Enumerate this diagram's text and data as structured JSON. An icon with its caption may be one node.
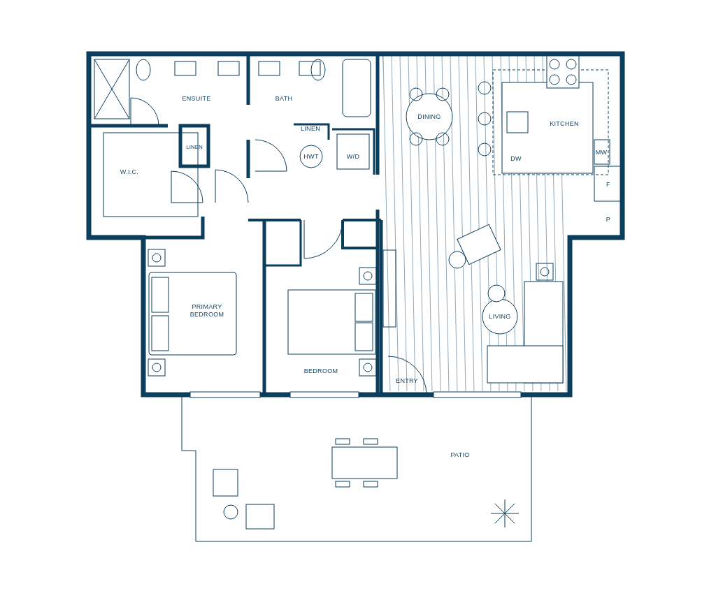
{
  "diagram": {
    "labels": [
      "ENSUITE",
      "BATH",
      "LINEN",
      "LINEN",
      "HWT",
      "W/D",
      "DINING",
      "KITCHEN",
      "MW",
      "DW",
      "F",
      "P",
      "W.I.C.",
      "PRIMARY BEDROOM",
      "BEDROOM",
      "LIVING",
      "ENTRY",
      "PATIO"
    ]
  }
}
